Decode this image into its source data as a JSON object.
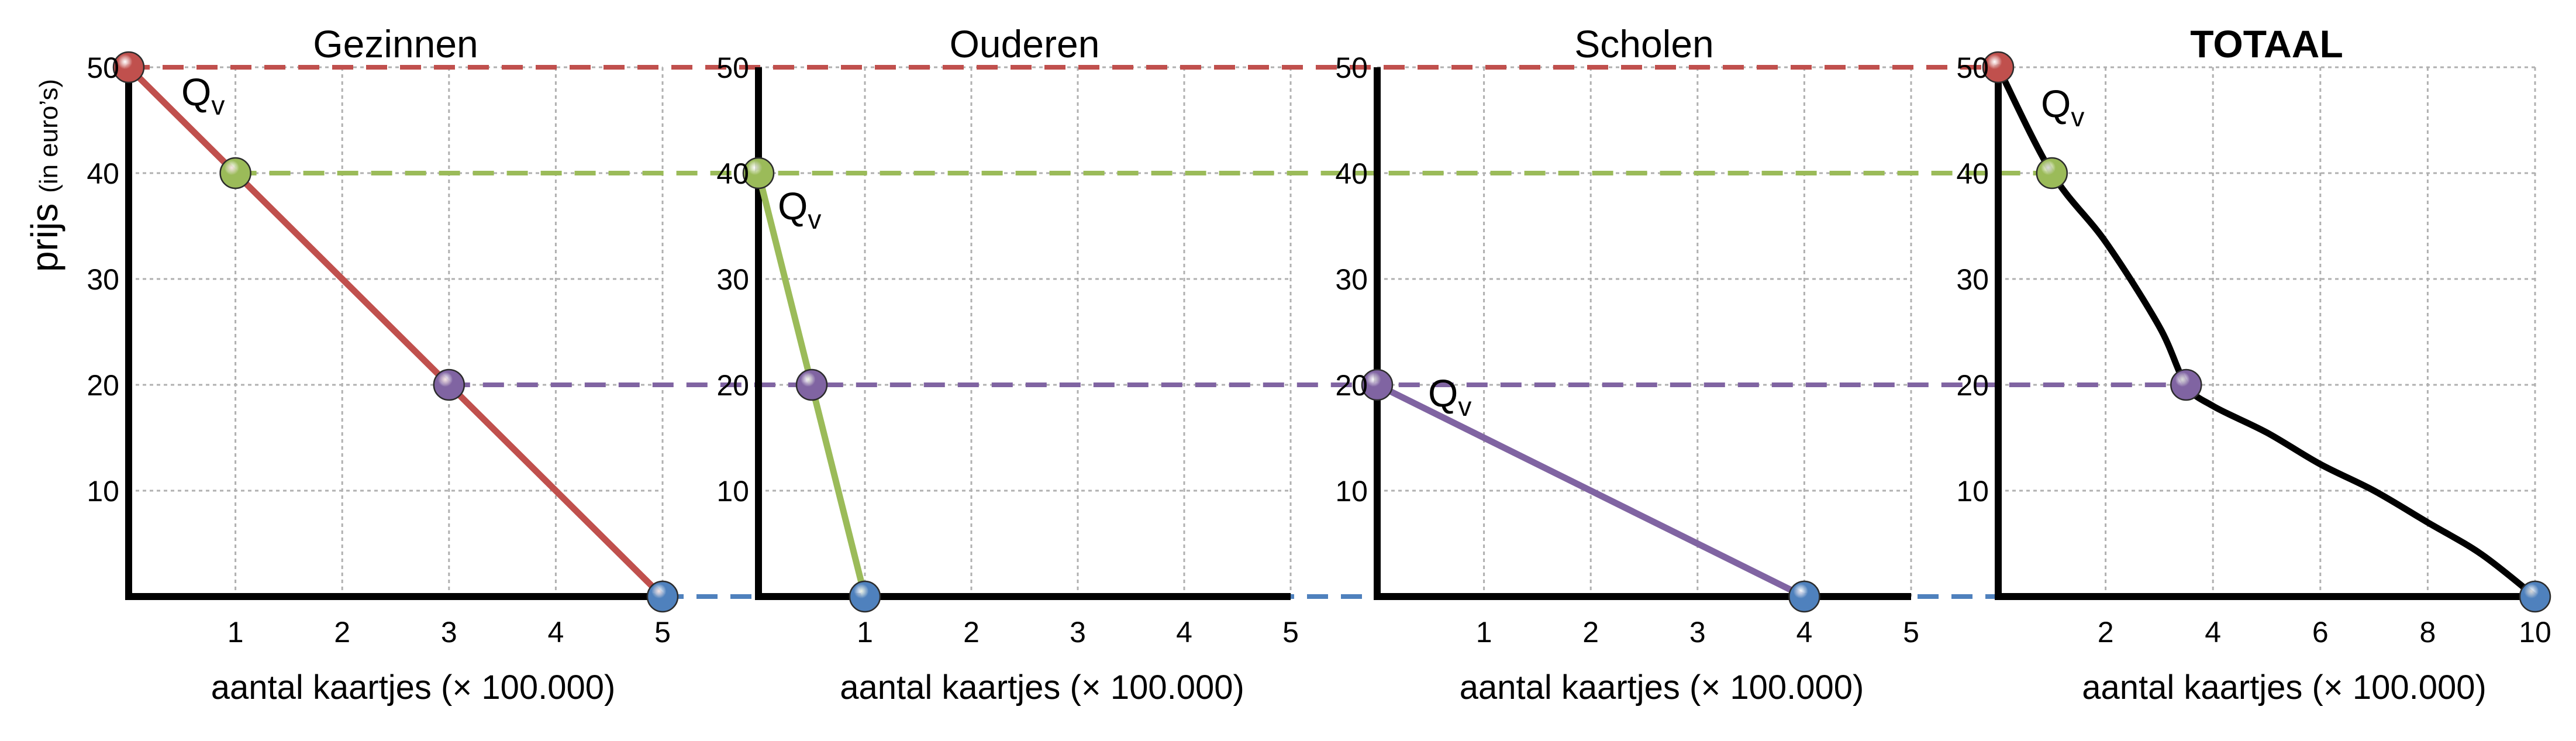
{
  "figure": {
    "y_axis_label": "prijs",
    "y_axis_unit": "(in euro’s)",
    "curve_label": "Q",
    "curve_label_sub": "v"
  },
  "colors": {
    "red": "#c0504d",
    "green": "#9bbb59",
    "purple": "#8064a2",
    "blue": "#4f81bd",
    "black": "#000000",
    "grid": "#b0b0b0"
  },
  "chart_data": [
    {
      "type": "line",
      "title": "Gezinnen",
      "title_bold": false,
      "xlabel": "aantal kaartjes (× 100.000)",
      "ylabel": "prijs (in euro’s)",
      "xlim": [
        0,
        5
      ],
      "ylim": [
        0,
        50
      ],
      "xticks": [
        1,
        2,
        3,
        4,
        5
      ],
      "yticks": [
        10,
        20,
        30,
        40,
        50
      ],
      "grid": true,
      "curve_color": "red",
      "series": [
        {
          "name": "Qv",
          "x": [
            0,
            1,
            3,
            5
          ],
          "y": [
            50,
            40,
            20,
            0
          ]
        }
      ],
      "markers": [
        {
          "x": 0,
          "y": 50,
          "color": "red"
        },
        {
          "x": 1,
          "y": 40,
          "color": "green"
        },
        {
          "x": 3,
          "y": 20,
          "color": "purple"
        },
        {
          "x": 5,
          "y": 0,
          "color": "blue"
        }
      ]
    },
    {
      "type": "line",
      "title": "Ouderen",
      "title_bold": false,
      "xlabel": "aantal kaartjes (× 100.000)",
      "ylabel": "",
      "xlim": [
        0,
        5
      ],
      "ylim": [
        0,
        50
      ],
      "xticks": [
        1,
        2,
        3,
        4,
        5
      ],
      "yticks": [
        10,
        20,
        30,
        40,
        50
      ],
      "grid": true,
      "curve_color": "green",
      "series": [
        {
          "name": "Qv",
          "x": [
            0,
            0.5,
            1
          ],
          "y": [
            40,
            20,
            0
          ]
        }
      ],
      "markers": [
        {
          "x": 0,
          "y": 40,
          "color": "green"
        },
        {
          "x": 0.5,
          "y": 20,
          "color": "purple"
        },
        {
          "x": 1,
          "y": 0,
          "color": "blue"
        }
      ]
    },
    {
      "type": "line",
      "title": "Scholen",
      "title_bold": false,
      "xlabel": "aantal kaartjes (× 100.000)",
      "ylabel": "",
      "xlim": [
        0,
        5
      ],
      "ylim": [
        0,
        50
      ],
      "xticks": [
        1,
        2,
        3,
        4,
        5
      ],
      "yticks": [
        10,
        20,
        30,
        40,
        50
      ],
      "grid": true,
      "curve_color": "purple",
      "series": [
        {
          "name": "Qv",
          "x": [
            0,
            4
          ],
          "y": [
            20,
            0
          ]
        }
      ],
      "markers": [
        {
          "x": 0,
          "y": 20,
          "color": "purple"
        },
        {
          "x": 4,
          "y": 0,
          "color": "blue"
        }
      ]
    },
    {
      "type": "line",
      "title": "TOTAAL",
      "title_bold": true,
      "xlabel": "aantal kaartjes (× 100.000)",
      "ylabel": "",
      "xlim": [
        0,
        10
      ],
      "ylim": [
        0,
        50
      ],
      "xticks": [
        2,
        4,
        6,
        8,
        10
      ],
      "yticks": [
        10,
        20,
        30,
        40,
        50
      ],
      "grid": true,
      "curve_color": "black",
      "series": [
        {
          "name": "Qv",
          "x": [
            0,
            1,
            2,
            3,
            3.5,
            4,
            5,
            6,
            7,
            8,
            9,
            10
          ],
          "y": [
            50,
            40,
            33.5,
            25.5,
            20,
            18,
            15.5,
            12.5,
            10,
            7,
            4,
            0
          ]
        }
      ],
      "markers": [
        {
          "x": 0,
          "y": 50,
          "color": "red"
        },
        {
          "x": 1,
          "y": 40,
          "color": "green"
        },
        {
          "x": 3.5,
          "y": 20,
          "color": "purple"
        },
        {
          "x": 10,
          "y": 0,
          "color": "blue"
        }
      ]
    }
  ]
}
